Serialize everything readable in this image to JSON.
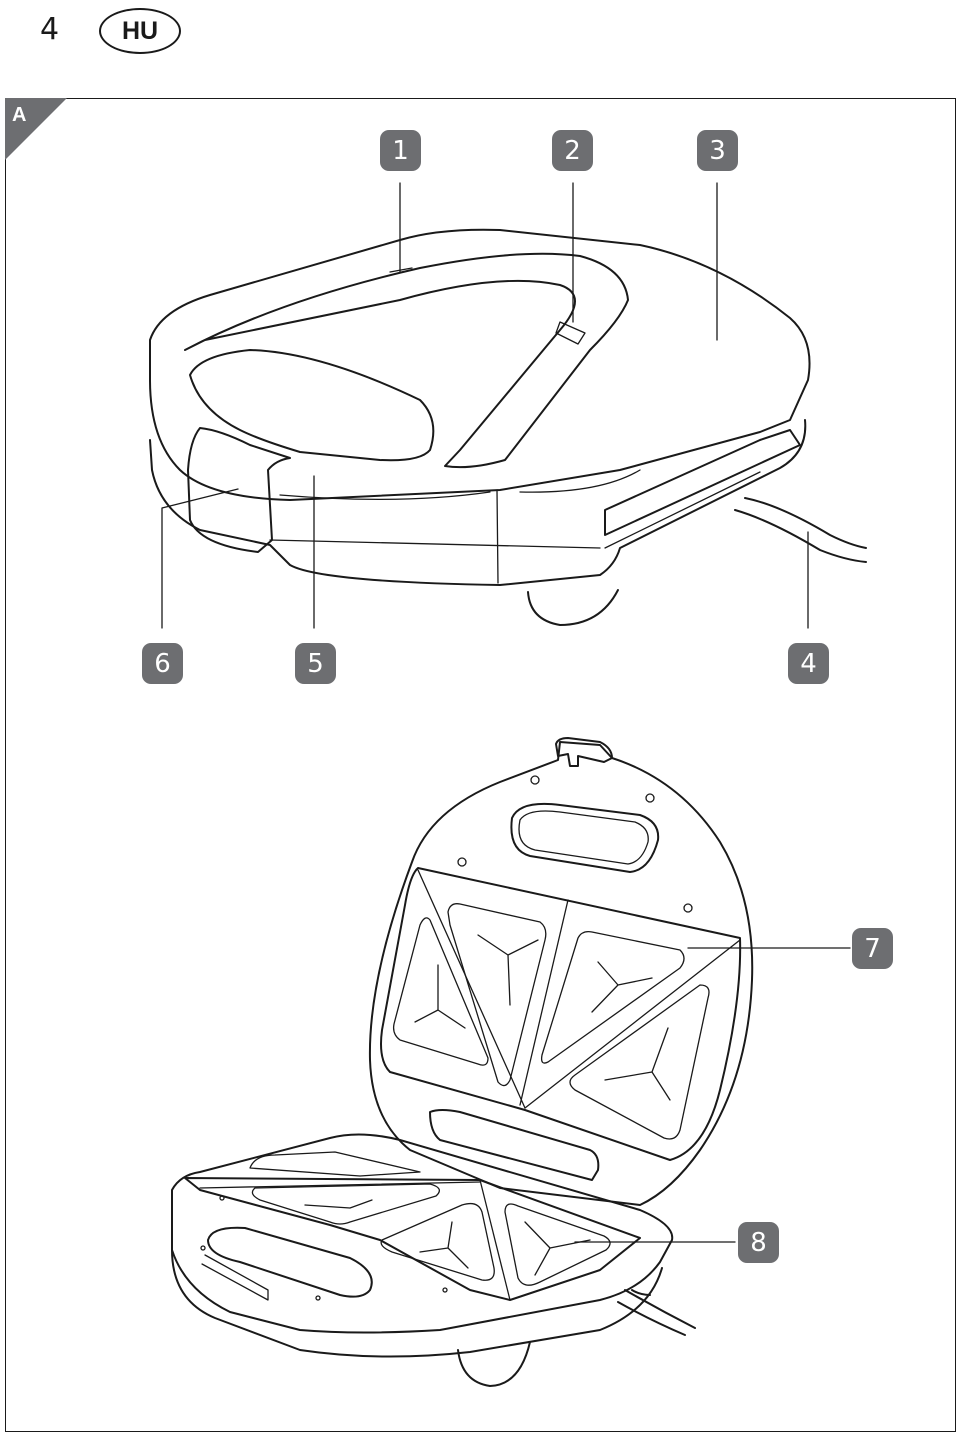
{
  "header": {
    "page_number": "4",
    "language_code": "HU"
  },
  "figure": {
    "section_label": "A",
    "callouts": [
      "1",
      "2",
      "3",
      "4",
      "5",
      "6",
      "7",
      "8"
    ]
  },
  "colors": {
    "callout_fill": "#6d6e71",
    "line": "#1a1a1a"
  }
}
